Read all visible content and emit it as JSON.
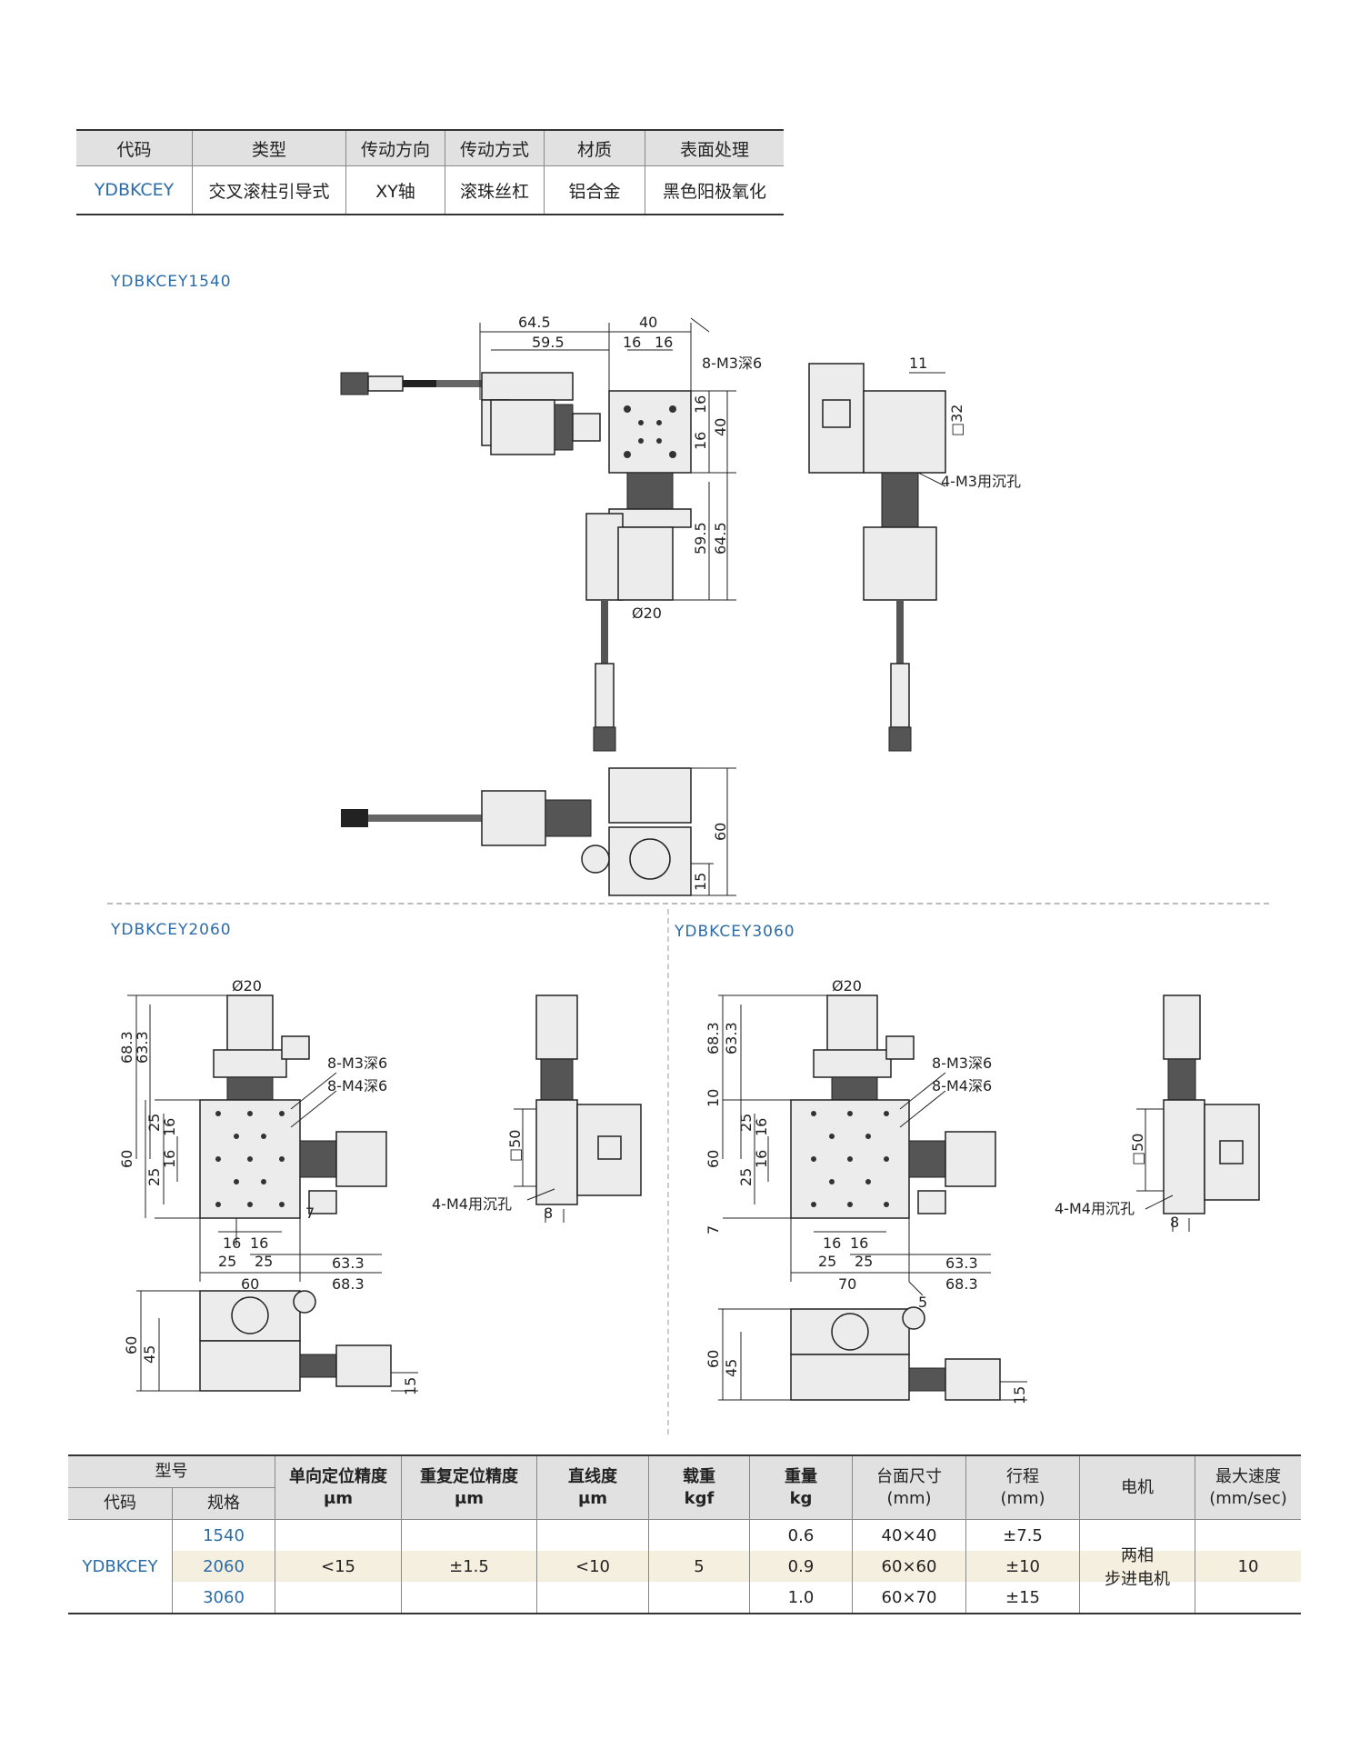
{
  "top_table": {
    "headers": [
      "代码",
      "类型",
      "传动方向",
      "传动方式",
      "材质",
      "表面处理"
    ],
    "row": [
      "YDBKCEY",
      "交叉滚柱引导式",
      "XY轴",
      "滚珠丝杠",
      "铝合金",
      "黑色阳极氧化"
    ]
  },
  "drawings": {
    "d1540": {
      "label": "YDBKCEY1540",
      "dims": [
        "64.5",
        "59.5",
        "40",
        "16",
        "16",
        "16",
        "16",
        "40",
        "8-M3深6",
        "11",
        "□32",
        "4-M3用沉孔",
        "59.5",
        "64.5",
        "Ø20",
        "60",
        "15"
      ]
    },
    "d2060": {
      "label": "YDBKCEY2060",
      "dims": [
        "Ø20",
        "68.3",
        "63.3",
        "8-M3深6",
        "8-M4深6",
        "25",
        "16",
        "16",
        "25",
        "60",
        "7",
        "16",
        "16",
        "25",
        "25",
        "60",
        "63.3",
        "68.3",
        "□50",
        "4-M4用沉孔",
        "8",
        "60",
        "45",
        "15"
      ]
    },
    "d3060": {
      "label": "YDBKCEY3060",
      "dims": [
        "Ø20",
        "68.3",
        "63.3",
        "10",
        "8-M3深6",
        "8-M4深6",
        "25",
        "16",
        "16",
        "25",
        "60",
        "7",
        "16",
        "16",
        "25",
        "25",
        "70",
        "63.3",
        "68.3",
        "5",
        "□50",
        "4-M4用沉孔",
        "8",
        "60",
        "45",
        "15"
      ]
    }
  },
  "spec_table": {
    "group_header": "型号",
    "sub_headers": [
      "代码",
      "规格"
    ],
    "headers": [
      {
        "l1": "单向定位精度",
        "l2": "μm"
      },
      {
        "l1": "重复定位精度",
        "l2": "μm"
      },
      {
        "l1": "直线度",
        "l2": "μm"
      },
      {
        "l1": "载重",
        "l2": "kgf"
      },
      {
        "l1": "重量",
        "l2": "kg"
      },
      {
        "l1": "台面尺寸",
        "l2": "(mm)"
      },
      {
        "l1": "行程",
        "l2": "(mm)"
      },
      {
        "l1": "电机",
        "l2": ""
      },
      {
        "l1": "最大速度",
        "l2": "(mm/sec)"
      }
    ],
    "code": "YDBKCEY",
    "specs": [
      "1540",
      "2060",
      "3060"
    ],
    "unidirectional": "<15",
    "repeatability": "±1.5",
    "straightness": "<10",
    "load": "5",
    "weights": [
      "0.6",
      "0.9",
      "1.0"
    ],
    "table_sizes": [
      "40×40",
      "60×60",
      "60×70"
    ],
    "strokes": [
      "±7.5",
      "±10",
      "±15"
    ],
    "motor_l1": "两相",
    "motor_l2": "步进电机",
    "max_speed": "10"
  }
}
